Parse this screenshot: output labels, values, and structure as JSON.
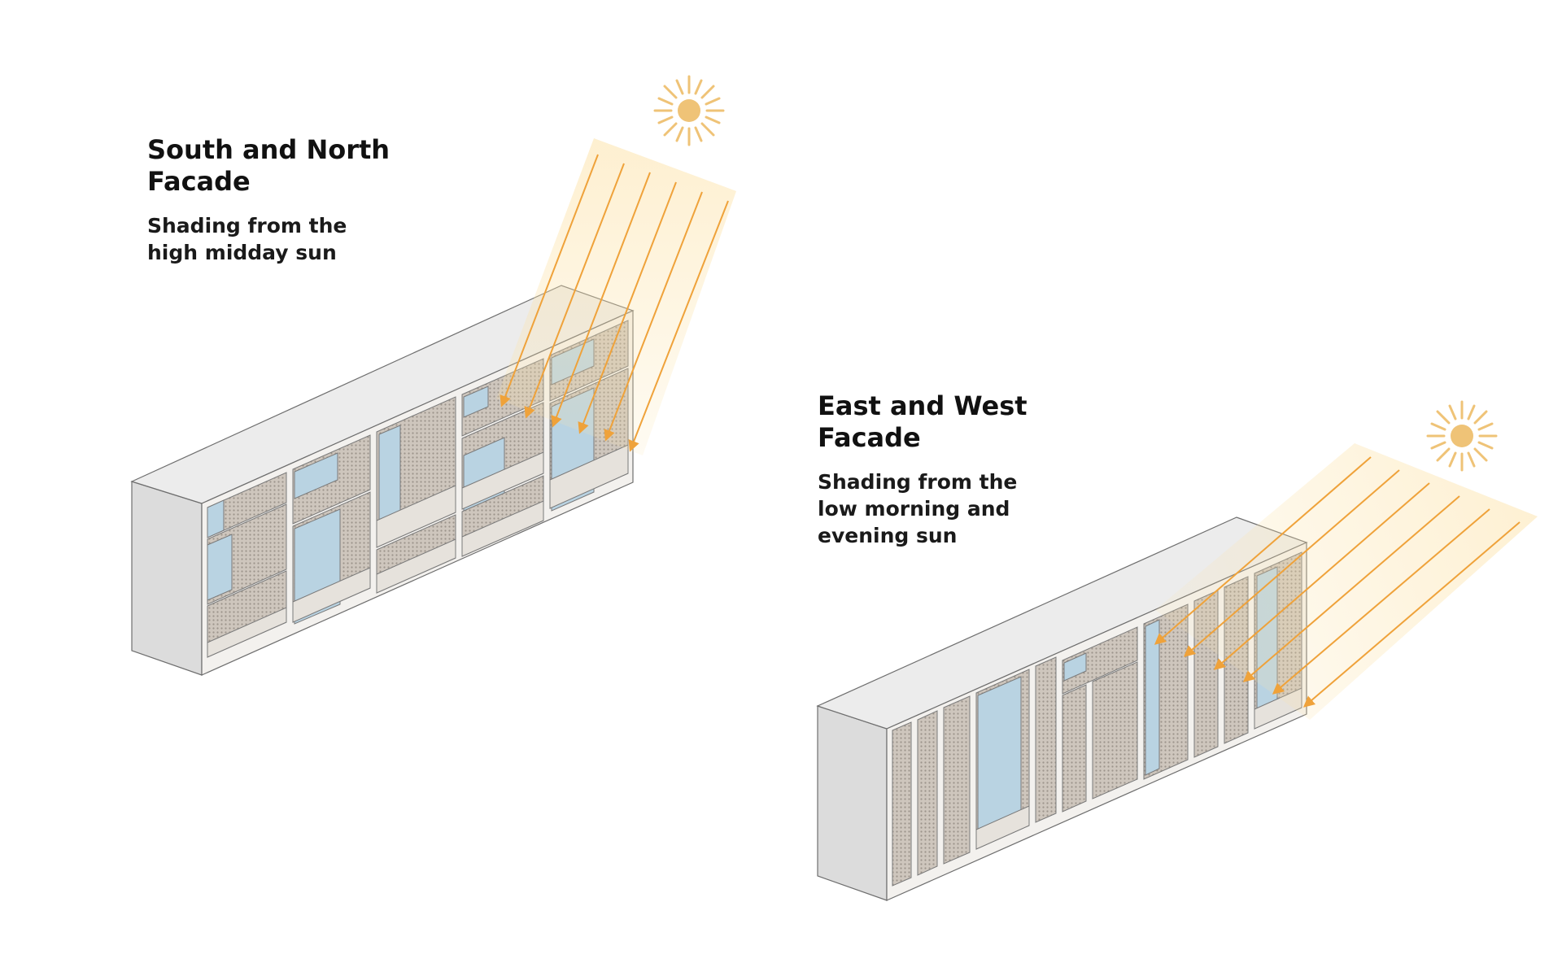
{
  "colors": {
    "sun": "#EFC377",
    "sun_ray_fill": "#FCE6B4",
    "arrow": "#EFA23A",
    "facade_face": "#F1EFEC",
    "facade_top": "#EBEBEB",
    "facade_side": "#DDDDDD",
    "recess_shadow": "#CFCBC5",
    "screen": "#C9BEB2",
    "glass": "#B9D3E2",
    "outline": "#6E6E6E"
  },
  "south_north": {
    "title": "South and North\nFacade",
    "subtitle": "Shading from the\nhigh midday sun"
  },
  "east_west": {
    "title": "East and West\nFacade",
    "subtitle": "Shading from the\nlow morning and\nevening sun"
  },
  "icons": {
    "sun_top": "sun-icon",
    "sun_bottom": "sun-icon"
  }
}
